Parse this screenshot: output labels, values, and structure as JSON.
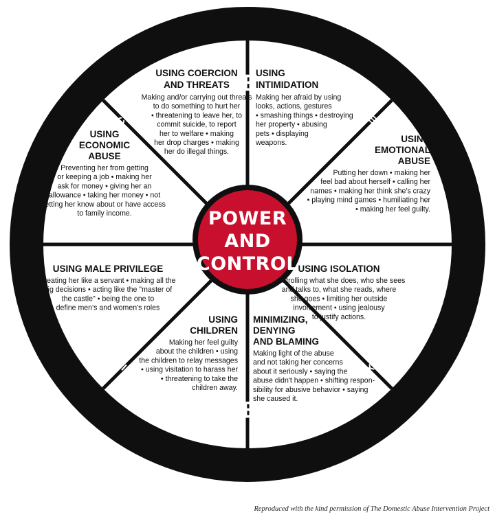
{
  "rim": {
    "top_violence": "VIOLENCE",
    "bottom_violence": "VIOLENCE",
    "top_left": "PHYSICAL",
    "top_right": "SEXUAL",
    "bottom_left": "PHYSICAL",
    "bottom_right": "SEXUAL"
  },
  "hub": {
    "line1": "POWER",
    "line2": "AND",
    "line3": "CONTROL",
    "color": "#c8102e"
  },
  "segments": {
    "coercion": {
      "title": [
        "USING COERCION",
        "AND THREATS"
      ],
      "body": [
        "Making and/or carrying out threats",
        "to do something to hurt her",
        "• threatening to leave her, to",
        "commit suicide, to report",
        "her to welfare • making",
        "her drop charges • making",
        "her do illegal things."
      ]
    },
    "intimidation": {
      "title": [
        "USING",
        "INTIMIDATION"
      ],
      "body": [
        "Making her afraid by using",
        "looks, actions, gestures",
        "• smashing things • destroying",
        "her property • abusing",
        "pets • displaying",
        "weapons."
      ]
    },
    "emotional": {
      "title": [
        "USING",
        "EMOTIONAL",
        "ABUSE"
      ],
      "body": [
        "Putting her down • making her",
        "feel bad about herself • calling her",
        "names • making her think she's crazy",
        "• playing mind games • humiliating her",
        "• making her feel guilty."
      ]
    },
    "isolation": {
      "title": [
        "USING ISOLATION"
      ],
      "body": [
        "Controlling what she does, who she sees",
        "and talks to, what she reads, where",
        "she goes • limiting her outside",
        "involvement • using jealousy",
        "to justify actions."
      ]
    },
    "minimizing": {
      "title": [
        "MINIMIZING,",
        "DENYING",
        "AND BLAMING"
      ],
      "body": [
        "Making light of the abuse",
        "and not taking her concerns",
        "about it seriously • saying the",
        "abuse didn't happen • shifting respon-",
        "sibility for abusive behavior • saying",
        "she caused it."
      ]
    },
    "children": {
      "title": [
        "USING",
        "CHILDREN"
      ],
      "body": [
        "Making her feel guilty",
        "about the children • using",
        "the children to relay messages",
        "• using visitation to harass her",
        "• threatening to take the",
        "children away."
      ]
    },
    "male_privilege": {
      "title": [
        "USING MALE PRIVILEGE"
      ],
      "body": [
        "Treating her like a servant • making all the",
        "big decisions • acting like the \"master of",
        "the castle\" • being the one to",
        "define men's and women's roles"
      ]
    },
    "economic": {
      "title": [
        "USING",
        "ECONOMIC",
        "ABUSE"
      ],
      "body": [
        "Preventing her from getting",
        "or keeping a job • making her",
        "ask for money • giving her an",
        "allowance • taking her money • not",
        "letting her know about or have access",
        "to family income."
      ]
    }
  },
  "credit": "Reproduced with the kind permission of The Domestic Abuse Intervention Project"
}
